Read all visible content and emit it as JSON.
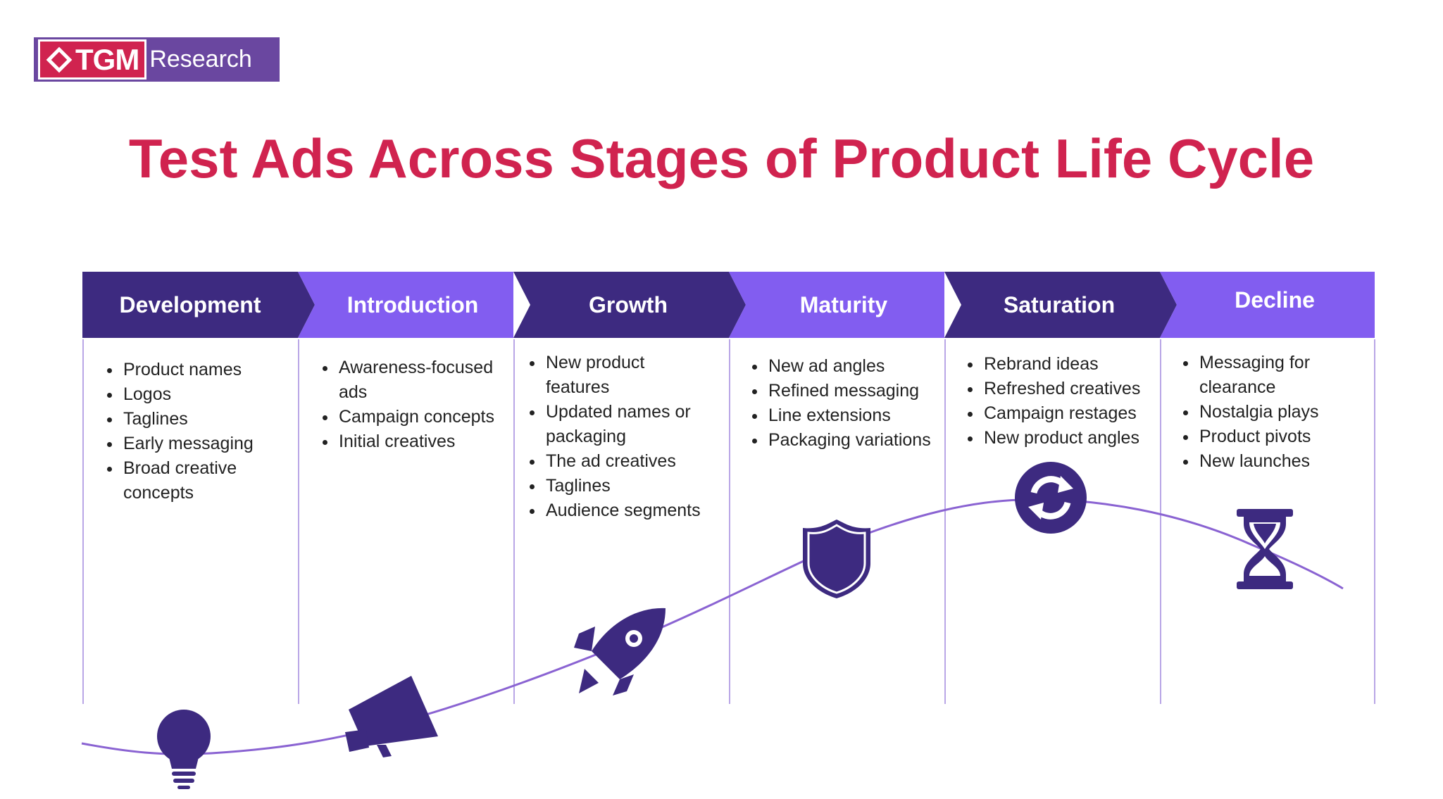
{
  "logo": {
    "brand": "TGM",
    "suffix": "Research"
  },
  "title": "Test Ads Across Stages of Product Life Cycle",
  "colors": {
    "title": "#d0234f",
    "dark": "#3d2a80",
    "light": "#825df0",
    "curve": "#8a63d2"
  },
  "stages": [
    {
      "label": "Development",
      "icon": "lightbulb-icon",
      "items": [
        "Product names",
        "Logos",
        "Taglines",
        "Early messaging",
        "Broad creative concepts"
      ]
    },
    {
      "label": "Introduction",
      "icon": "megaphone-icon",
      "items": [
        "Awareness-focused ads",
        "Campaign concepts",
        "Initial creatives"
      ]
    },
    {
      "label": "Growth",
      "icon": "rocket-icon",
      "items": [
        "New product features",
        "Updated names or packaging",
        "The ad creatives",
        "Taglines",
        "Audience segments"
      ]
    },
    {
      "label": "Maturity",
      "icon": "shield-icon",
      "items": [
        "New ad angles",
        "Refined messaging",
        "Line extensions",
        "Packaging variations"
      ]
    },
    {
      "label": "Saturation",
      "icon": "refresh-icon",
      "items": [
        "Rebrand ideas",
        "Refreshed creatives",
        "Campaign restages",
        "New product angles"
      ]
    },
    {
      "label": "Decline",
      "icon": "hourglass-icon",
      "items": [
        "Messaging for clearance",
        "Nostalgia plays",
        "Product pivots",
        "New launches"
      ]
    }
  ]
}
